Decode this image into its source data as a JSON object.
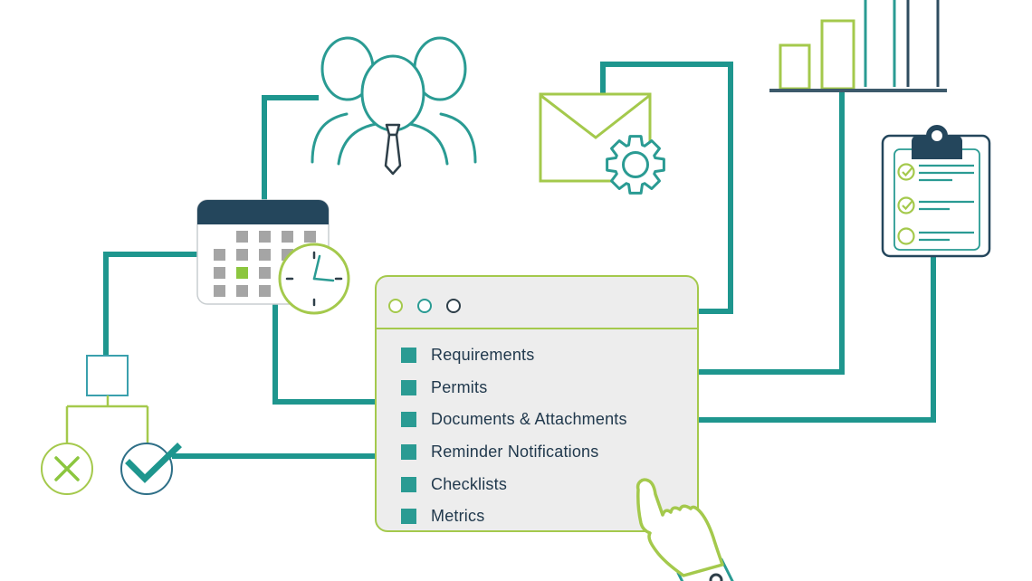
{
  "window": {
    "name": "feature-window",
    "control_dots": [
      "green",
      "teal",
      "navy"
    ],
    "features": [
      "Requirements",
      "Permits",
      "Documents & Attachments",
      "Reminder Notifications",
      "Checklists",
      "Metrics"
    ]
  },
  "icons": {
    "top_left": "team-icon",
    "top_center": "email-automation-icon",
    "top_right": "bar-chart-icon",
    "right": "checklist-clipboard-icon",
    "left": "calendar-clock-icon",
    "bottom_left_box": "decision-node-icon",
    "bottom_left_reject": "reject-x-icon",
    "bottom_left_approve": "approve-check-icon",
    "bottom_right": "hand-pointer-icon"
  },
  "palette": {
    "green": "#a4c94c",
    "green_fill": "#8cc63f",
    "teal_line": "#1e968e",
    "teal_icon": "#2a9b93",
    "steel_teal": "#3aa0ad",
    "navy": "#24465c",
    "navy_dark": "#2e3f49",
    "bar_navy": "#2f4d60",
    "window_bg": "#ededed",
    "text": "#21394d",
    "calendar_gray": "#a5a5a5"
  }
}
